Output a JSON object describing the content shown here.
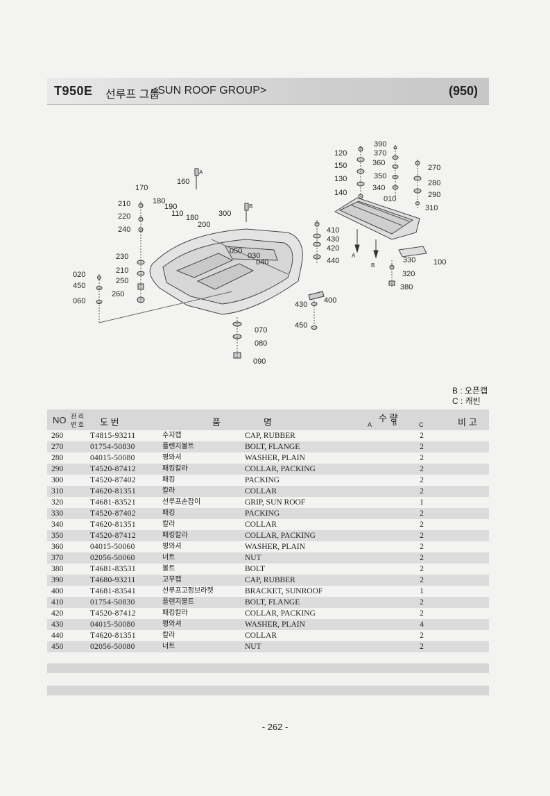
{
  "header": {
    "model": "T950E",
    "title_kor": "선루프 그룹",
    "title_eng": "<SUN ROOF GROUP>",
    "group_code": "(950)"
  },
  "legend": [
    "B : 오픈캡",
    "C : 캐빈"
  ],
  "diagram_labels": {
    "l010": "010",
    "l020": "020",
    "l030": "030",
    "l040": "040",
    "l050": "050",
    "l060": "060",
    "l070": "070",
    "l080": "080",
    "l090": "090",
    "l100": "100",
    "l110": "110",
    "l120": "120",
    "l130": "130",
    "l140": "140",
    "l150": "150",
    "l160": "160",
    "l170": "170",
    "l180a": "180",
    "l180b": "180",
    "l190": "190",
    "l200": "200",
    "l210a": "210",
    "l210b": "210",
    "l220": "220",
    "l230": "230",
    "l240": "240",
    "l250": "250",
    "l260": "260",
    "l280": "280",
    "l270": "270",
    "l290": "290",
    "l300": "300",
    "l310": "310",
    "l320": "320",
    "l330": "330",
    "l340": "340",
    "l350": "350",
    "l360": "360",
    "l370": "370",
    "l380": "380",
    "l390": "390",
    "l400": "400",
    "l410": "410",
    "l420": "420",
    "l430a": "430",
    "l430b": "430",
    "l440": "440",
    "l450a": "450",
    "l450b": "450",
    "markA1": "A",
    "markA2": "A",
    "markB1": "B",
    "markB2": "B"
  },
  "table": {
    "headers": {
      "no": "NO",
      "mgmt_1": "관 리",
      "mgmt_2": "번 호",
      "drawing": "도 번",
      "item": "품",
      "name": "명",
      "qty": "수 량",
      "qty_a": "A",
      "qty_b": "B",
      "qty_c": "C",
      "remarks": "비 고"
    },
    "rows": [
      {
        "no": "260",
        "part": "T4815-93211",
        "kor": "수지캡",
        "eng": "CAP, RUBBER",
        "qty": "2"
      },
      {
        "no": "270",
        "part": "01754-50830",
        "kor": "플렌지볼트",
        "eng": "BOLT, FLANGE",
        "qty": "2"
      },
      {
        "no": "280",
        "part": "04015-50080",
        "kor": "평와셔",
        "eng": "WASHER, PLAIN",
        "qty": "2"
      },
      {
        "no": "290",
        "part": "T4520-87412",
        "kor": "패킹칼라",
        "eng": "COLLAR, PACKING",
        "qty": "2"
      },
      {
        "no": "300",
        "part": "T4520-87402",
        "kor": "패킹",
        "eng": "PACKING",
        "qty": "2"
      },
      {
        "no": "310",
        "part": "T4620-81351",
        "kor": "칼라",
        "eng": "COLLAR",
        "qty": "2"
      },
      {
        "no": "320",
        "part": "T4681-83521",
        "kor": "선루프손잡이",
        "eng": "GRIP, SUN ROOF",
        "qty": "1"
      },
      {
        "no": "330",
        "part": "T4520-87402",
        "kor": "패킹",
        "eng": "PACKING",
        "qty": "2"
      },
      {
        "no": "340",
        "part": "T4620-81351",
        "kor": "칼라",
        "eng": "COLLAR",
        "qty": "2"
      },
      {
        "no": "350",
        "part": "T4520-87412",
        "kor": "패킹칼라",
        "eng": "COLLAR, PACKING",
        "qty": "2"
      },
      {
        "no": "360",
        "part": "04015-50060",
        "kor": "평와셔",
        "eng": "WASHER, PLAIN",
        "qty": "2"
      },
      {
        "no": "370",
        "part": "02056-50060",
        "kor": "너트",
        "eng": "NUT",
        "qty": "2"
      },
      {
        "no": "380",
        "part": "T4681-83531",
        "kor": "볼트",
        "eng": "BOLT",
        "qty": "2"
      },
      {
        "no": "390",
        "part": "T4680-93211",
        "kor": "고무캡",
        "eng": "CAP, RUBBER",
        "qty": "2"
      },
      {
        "no": "400",
        "part": "T4681-83541",
        "kor": "선루프고정브라켓",
        "eng": "BRACKET, SUNROOF",
        "qty": "1"
      },
      {
        "no": "410",
        "part": "01754-50830",
        "kor": "플렌지볼트",
        "eng": "BOLT, FLANGE",
        "qty": "2"
      },
      {
        "no": "420",
        "part": "T4520-87412",
        "kor": "패킹칼라",
        "eng": "COLLAR, PACKING",
        "qty": "2"
      },
      {
        "no": "430",
        "part": "04015-50080",
        "kor": "평와셔",
        "eng": "WASHER, PLAIN",
        "qty": "4"
      },
      {
        "no": "440",
        "part": "T4620-81351",
        "kor": "칼라",
        "eng": "COLLAR",
        "qty": "2"
      },
      {
        "no": "450",
        "part": "02056-50080",
        "kor": "너트",
        "eng": "NUT",
        "qty": "2"
      }
    ]
  },
  "page_number": "- 262 -"
}
